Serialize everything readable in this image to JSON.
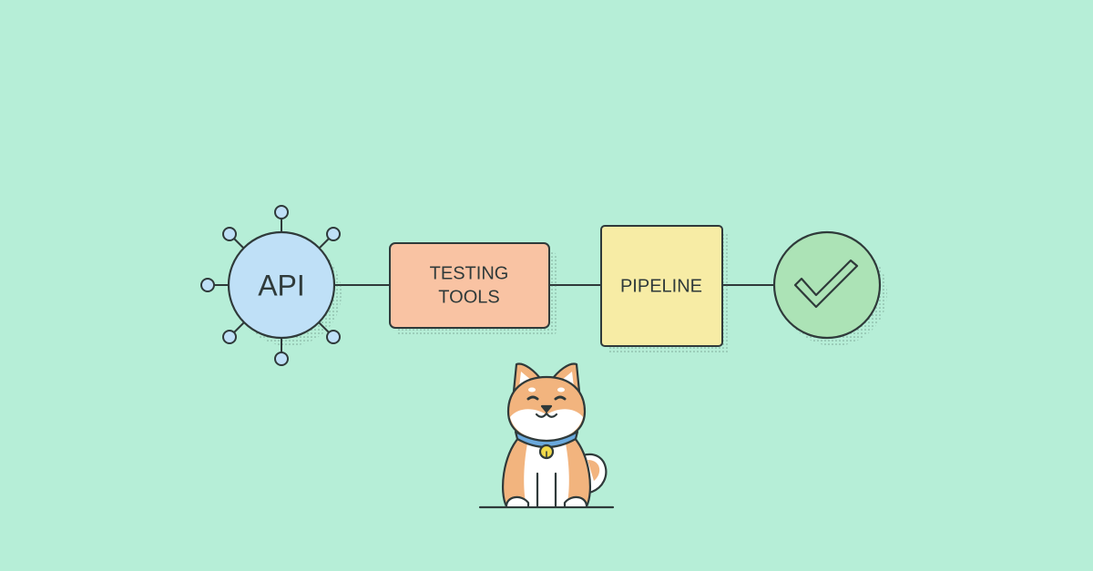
{
  "diagram": {
    "nodes": [
      {
        "id": "api",
        "label": "API",
        "shape": "circle",
        "color": "#bfe0f7"
      },
      {
        "id": "testing",
        "label_lines": [
          "TESTING",
          "TOOLS"
        ],
        "shape": "box",
        "color": "#f9c3a3"
      },
      {
        "id": "pipeline",
        "label": "PIPELINE",
        "shape": "box",
        "color": "#f7eca5"
      },
      {
        "id": "done",
        "label": "",
        "shape": "circle",
        "icon": "checkmark-icon",
        "color": "#ace3b6"
      }
    ],
    "edges": [
      [
        "api",
        "testing"
      ],
      [
        "testing",
        "pipeline"
      ],
      [
        "pipeline",
        "done"
      ]
    ],
    "mascot": "shiba-inu-dog"
  },
  "colors": {
    "background": "#b6eed7",
    "stroke": "#2f3a3a"
  }
}
